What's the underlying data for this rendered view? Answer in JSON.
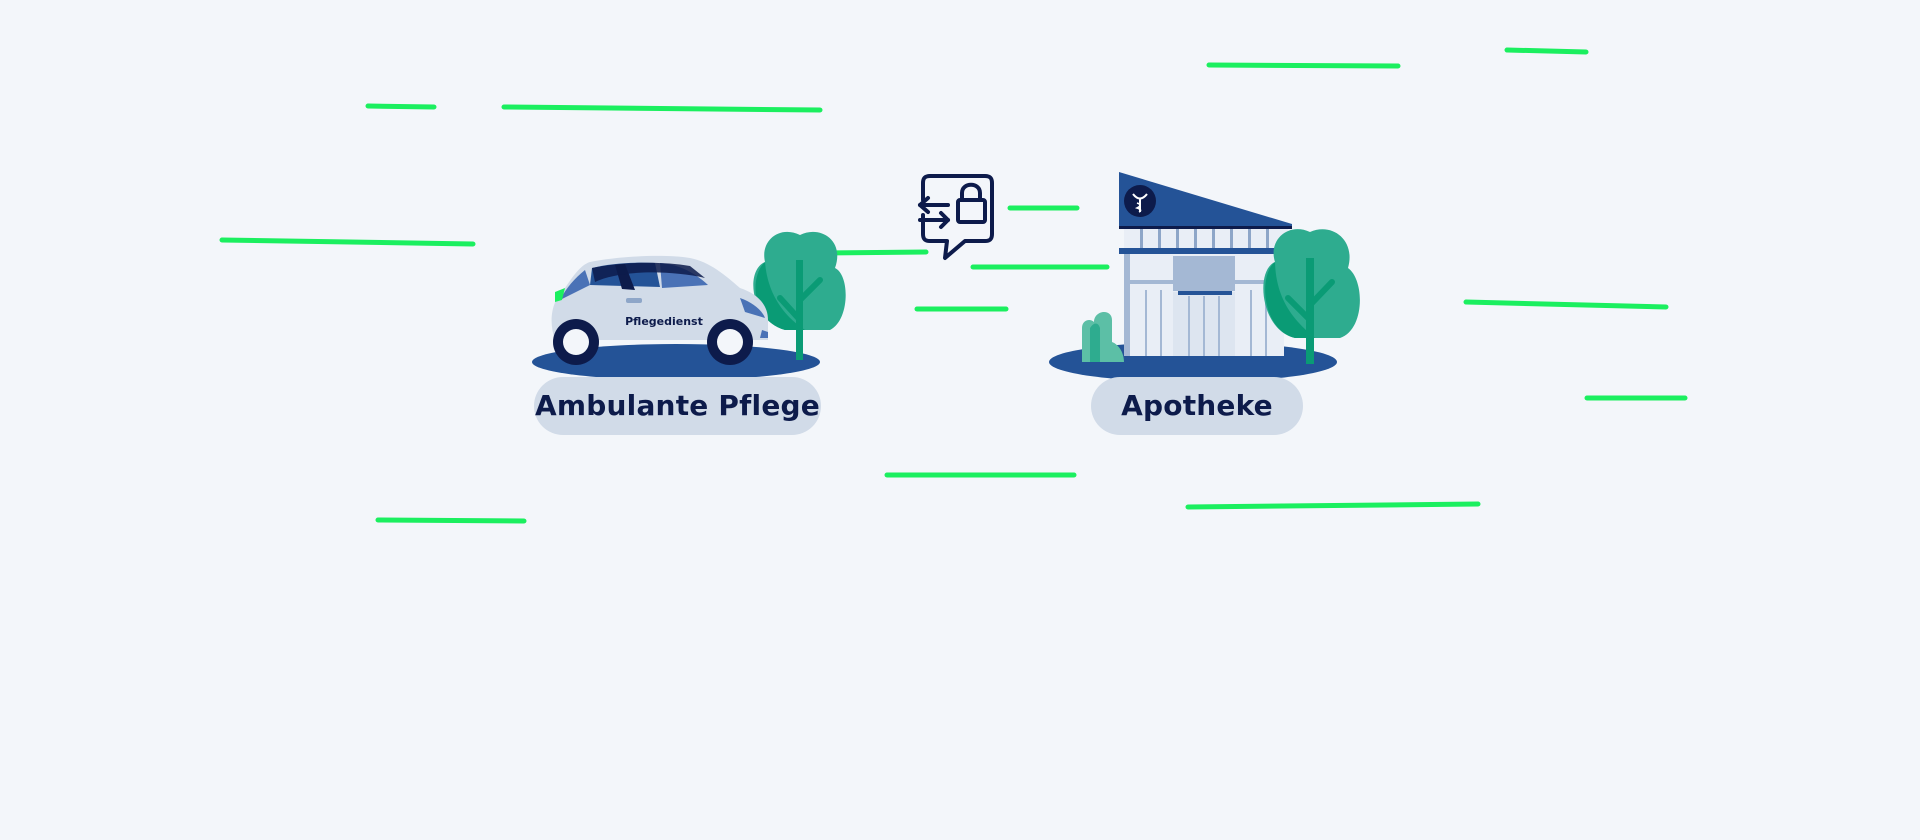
{
  "locations": {
    "left": {
      "label": "Ambulante Pflege",
      "vehicle_text": "Pflegedienst"
    },
    "right": {
      "label": "Apotheke"
    }
  },
  "icons": [
    "car-icon",
    "tree-icon",
    "secure-exchange-chat-icon",
    "pharmacy-building-icon",
    "pharmacy-symbol-icon",
    "bush-icon"
  ],
  "colors": {
    "background": "#f3f6fa",
    "navy": "#0d1b4b",
    "blue": "#245397",
    "light_blue": "#d1dbe8",
    "tree_green": "#2eac8f",
    "tree_dark": "#0a9b75",
    "streak_green": "#1bef5f"
  }
}
